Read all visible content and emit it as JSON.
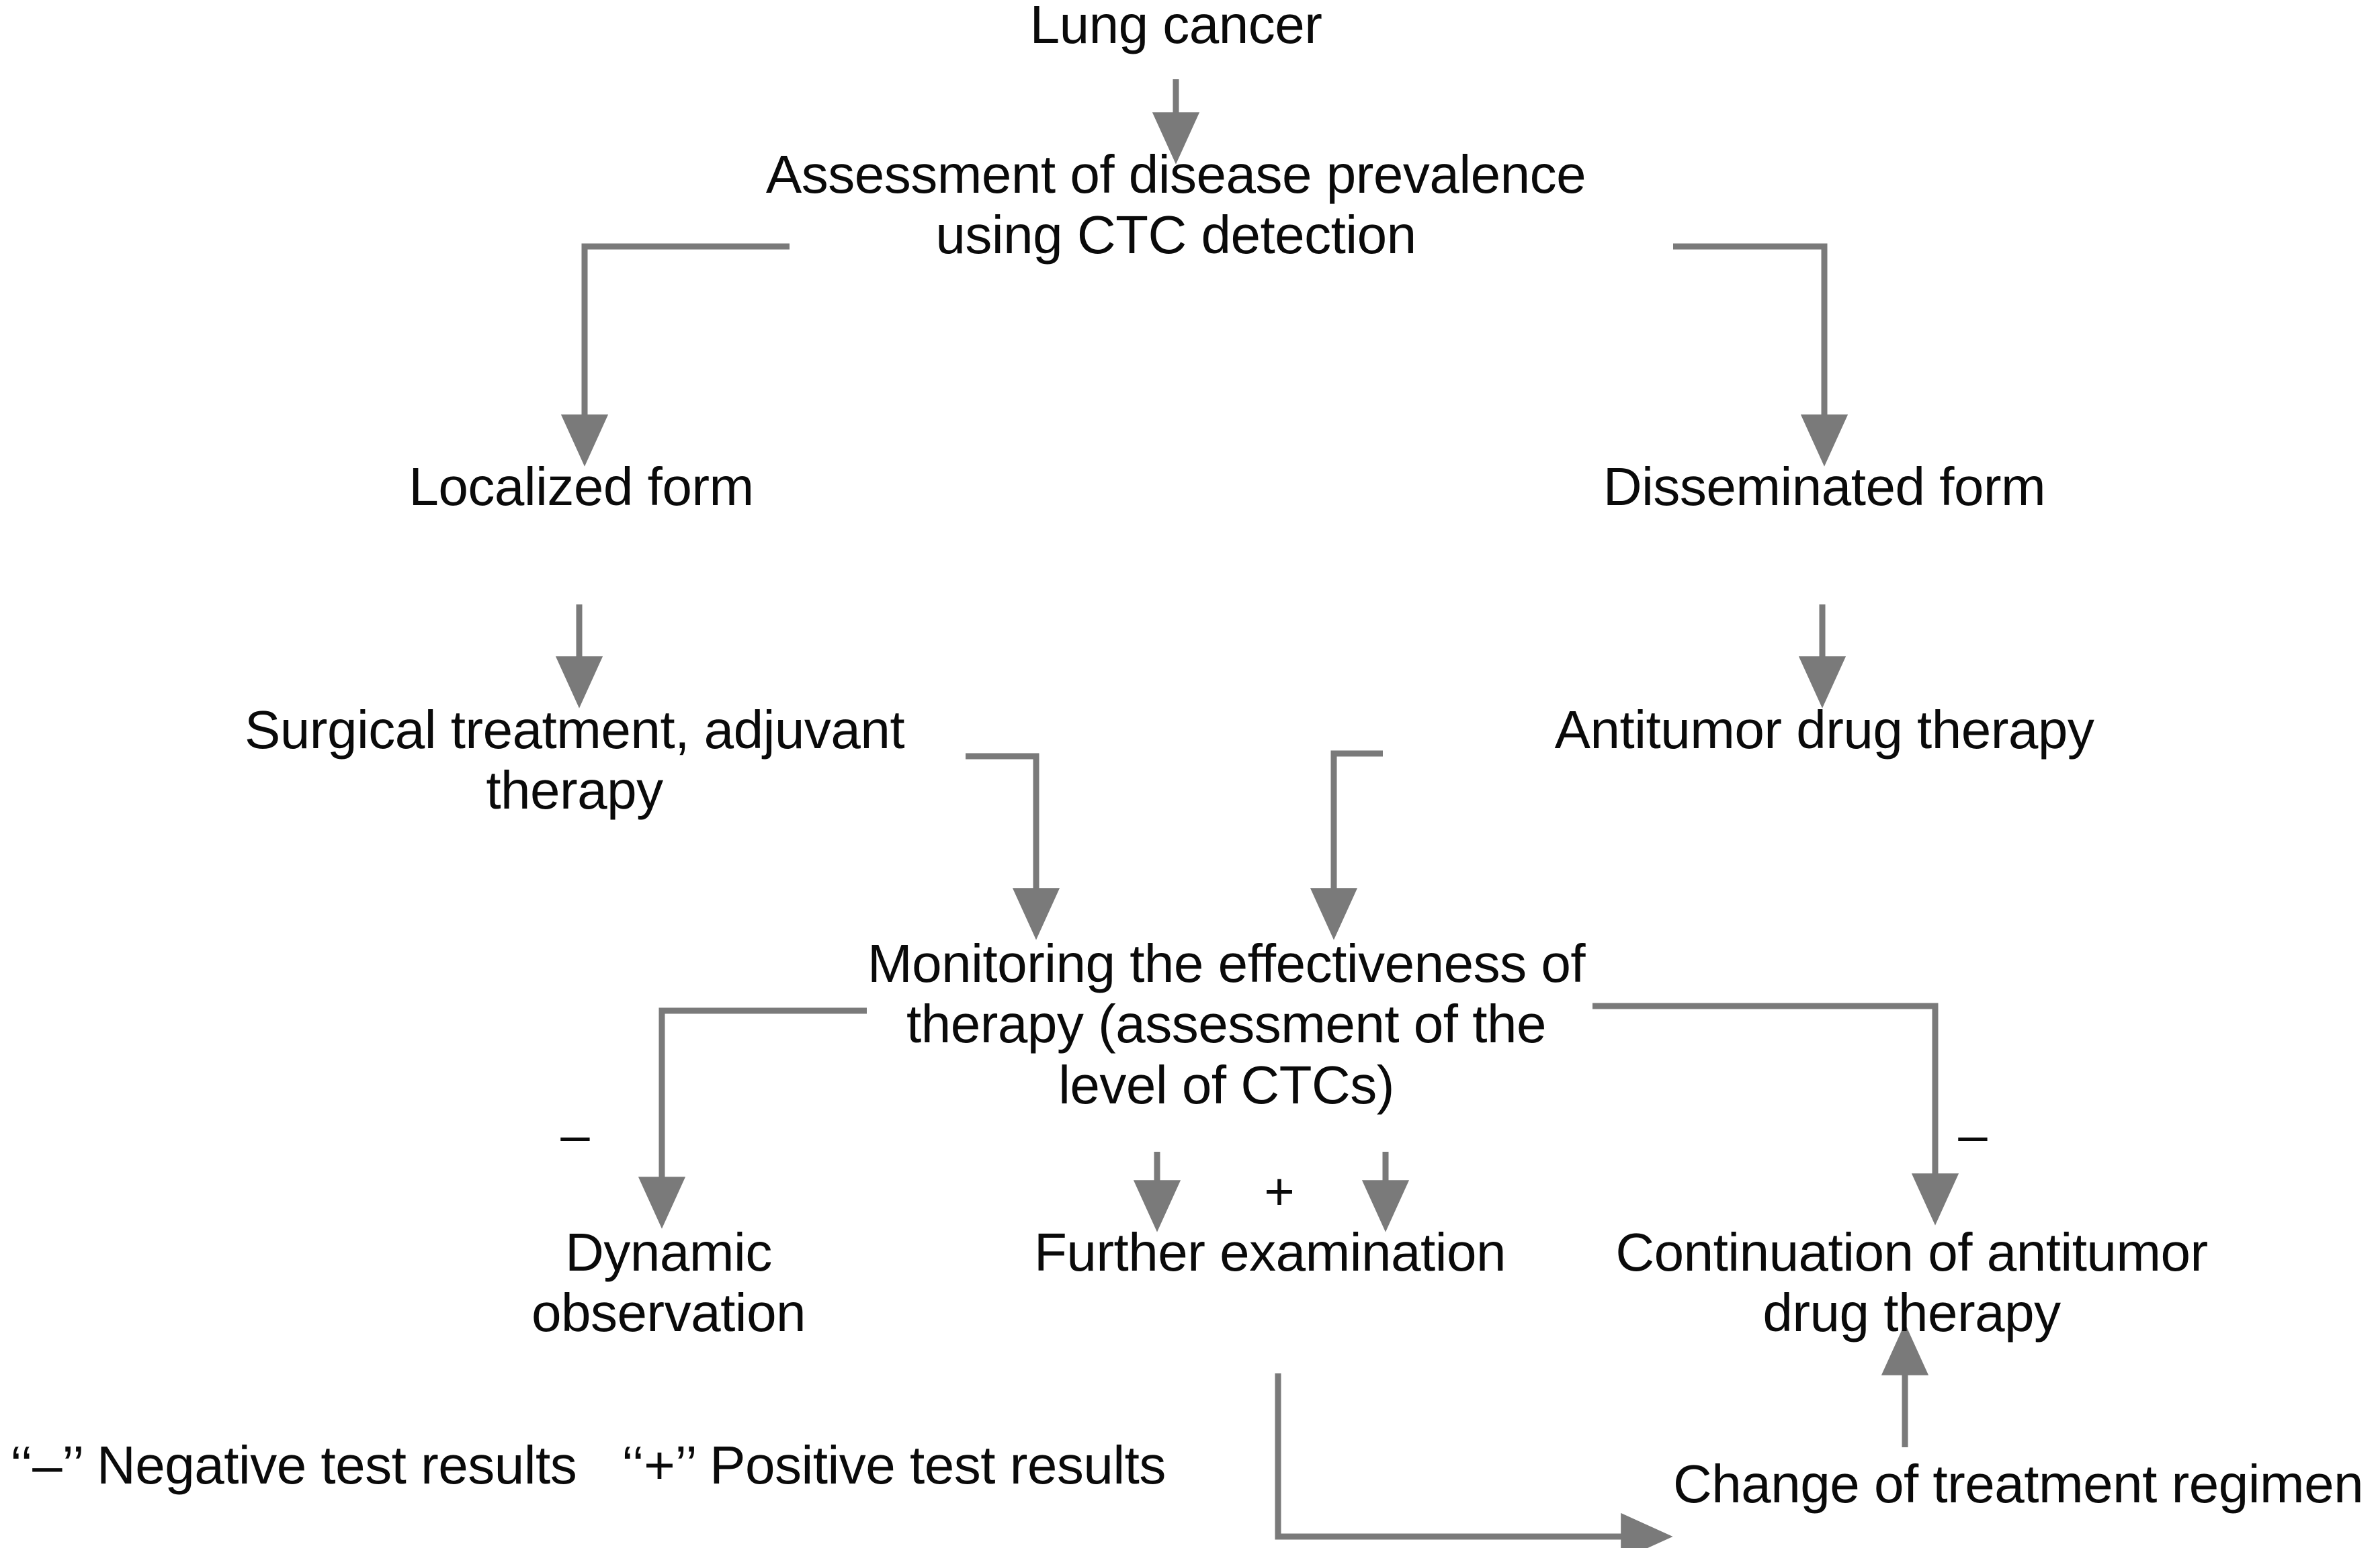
{
  "diagram": {
    "title_text": "Lung cancer",
    "line_color": "#7a7a7a",
    "text_color": "#0a0a0a",
    "background": "#ffffff",
    "nodes": [
      {
        "id": "lung-cancer",
        "label": "Lung cancer"
      },
      {
        "id": "assessment",
        "label": "Assessment of disease prevalence\nusing CTC detection"
      },
      {
        "id": "localized-form",
        "label": "Localized form"
      },
      {
        "id": "disseminated-form",
        "label": "Disseminated form"
      },
      {
        "id": "surgical-treatment",
        "label": "Surgical treatment, adjuvant\ntherapy"
      },
      {
        "id": "antitumor-therapy",
        "label": "Antitumor drug therapy"
      },
      {
        "id": "monitoring",
        "label": "Monitoring the effectiveness of\ntherapy (assessment of the\nlevel of CTCs)"
      },
      {
        "id": "dynamic-observation",
        "label": "Dynamic\nobservation"
      },
      {
        "id": "further-exam",
        "label": "Further examination"
      },
      {
        "id": "continuation",
        "label": "Continuation of antitumor\ndrug therapy"
      },
      {
        "id": "change-regimen",
        "label": "Change of treatment regimen"
      }
    ],
    "signs": {
      "minus_left": "–",
      "minus_right": "–",
      "plus_center": "+"
    },
    "legend": {
      "negative": "‘‘–’’ Negative test results",
      "positive": "‘‘+’’ Positive test results"
    }
  }
}
